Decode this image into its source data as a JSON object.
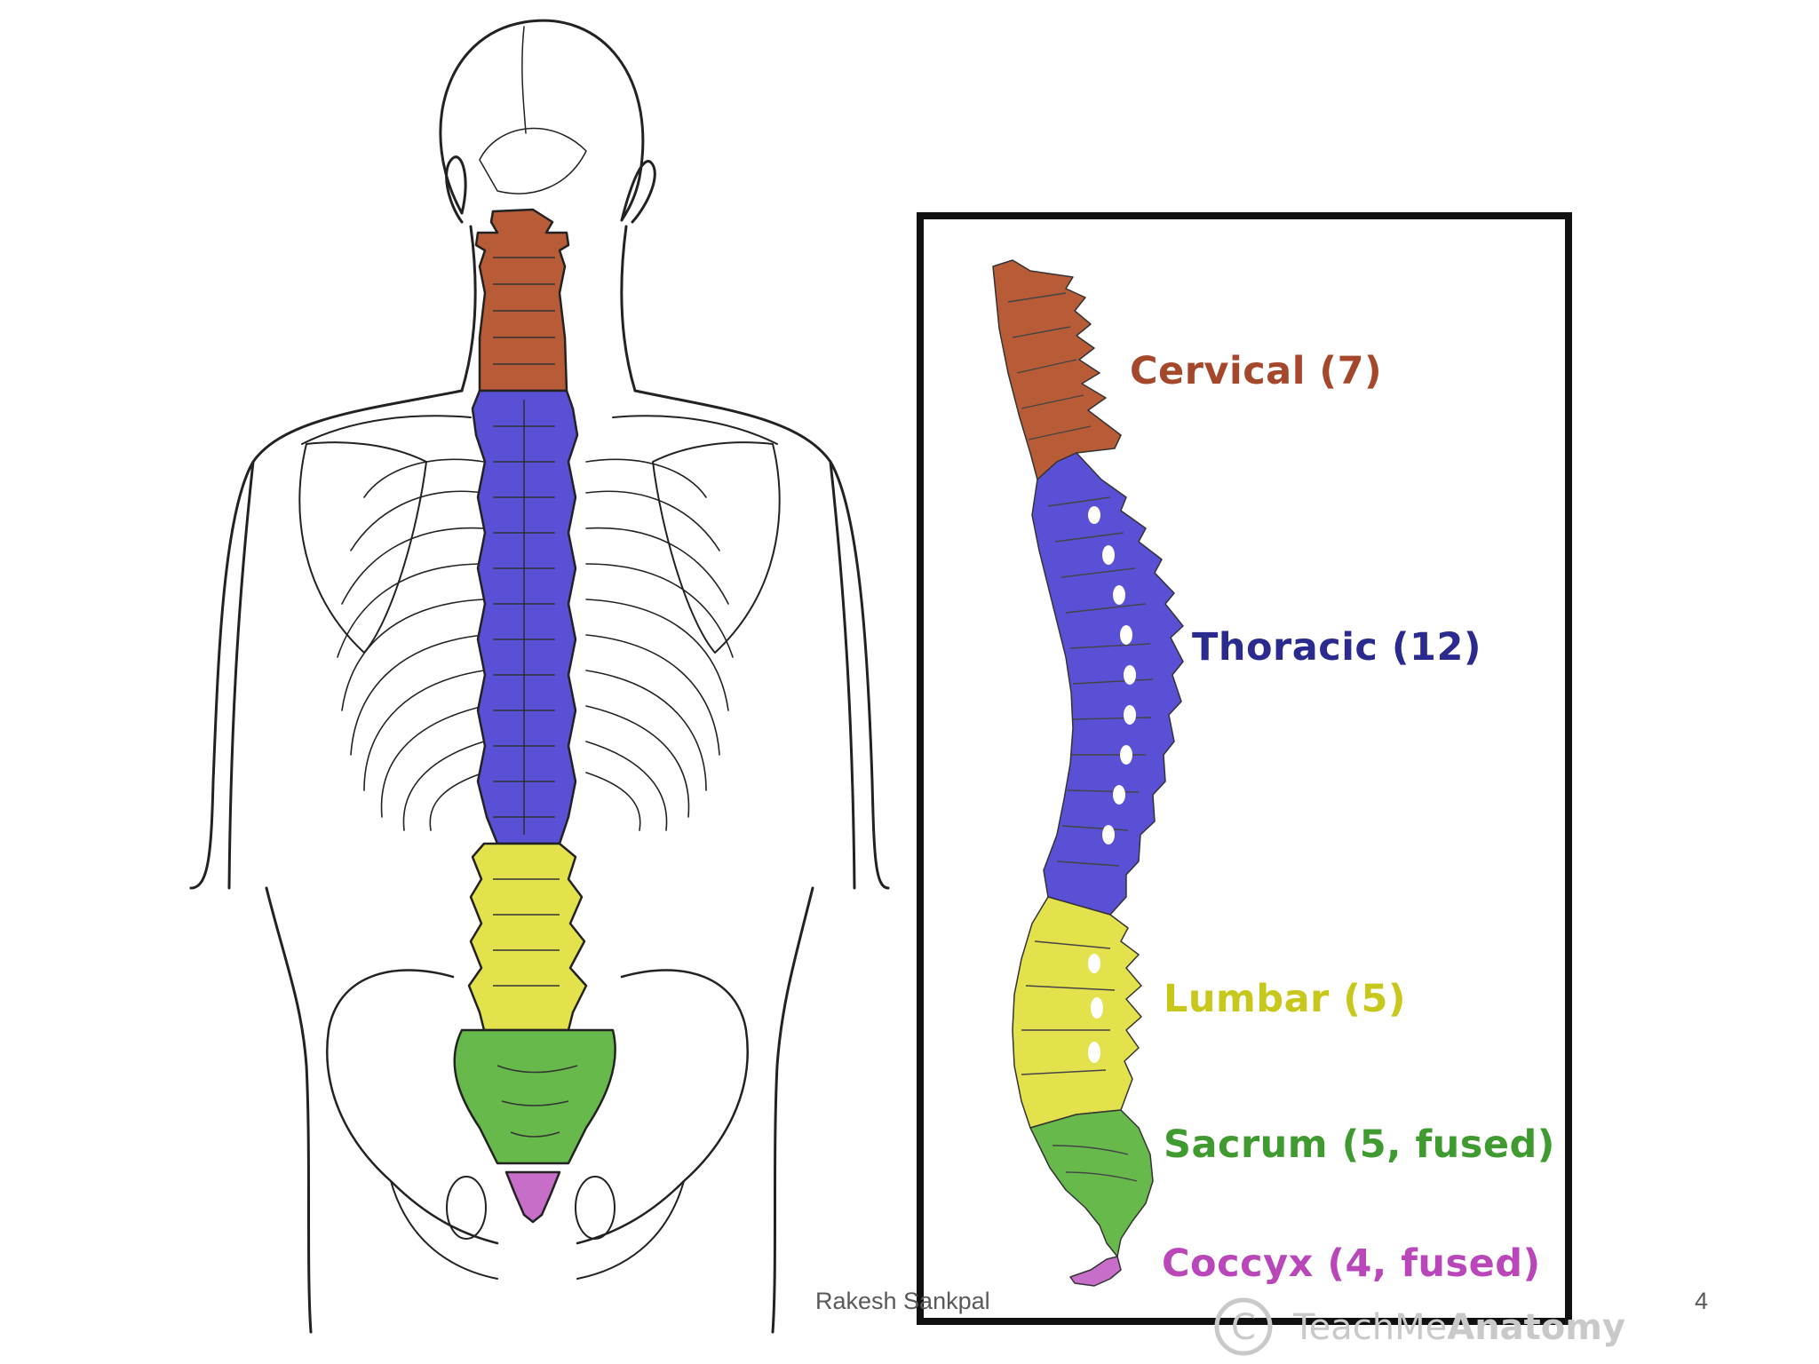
{
  "labels": {
    "cervical": "Cervical (7)",
    "thoracic": "Thoracic (12)",
    "lumbar": "Lumbar (5)",
    "sacrum": "Sacrum (5, fused)",
    "coccyx": "Coccyx (4, fused)"
  },
  "colors": {
    "cervical": "#b85c38",
    "thoracic": "#5a50d6",
    "lumbar": "#e3e24c",
    "sacrum": "#68b94c",
    "coccyx": "#c76ec8",
    "cervical_text": "#a4472a",
    "thoracic_text": "#2a2a8f",
    "lumbar_text": "#c8c81c",
    "sacrum_text": "#3f9a2f",
    "coccyx_text": "#b947b9"
  },
  "footer": {
    "author": "Rakesh Sankpal",
    "page_number": "4"
  },
  "watermark": {
    "symbol": "C",
    "brand_prefix": "Teach",
    "brand_mid": "Me",
    "brand_suffix": "Anatomy"
  }
}
